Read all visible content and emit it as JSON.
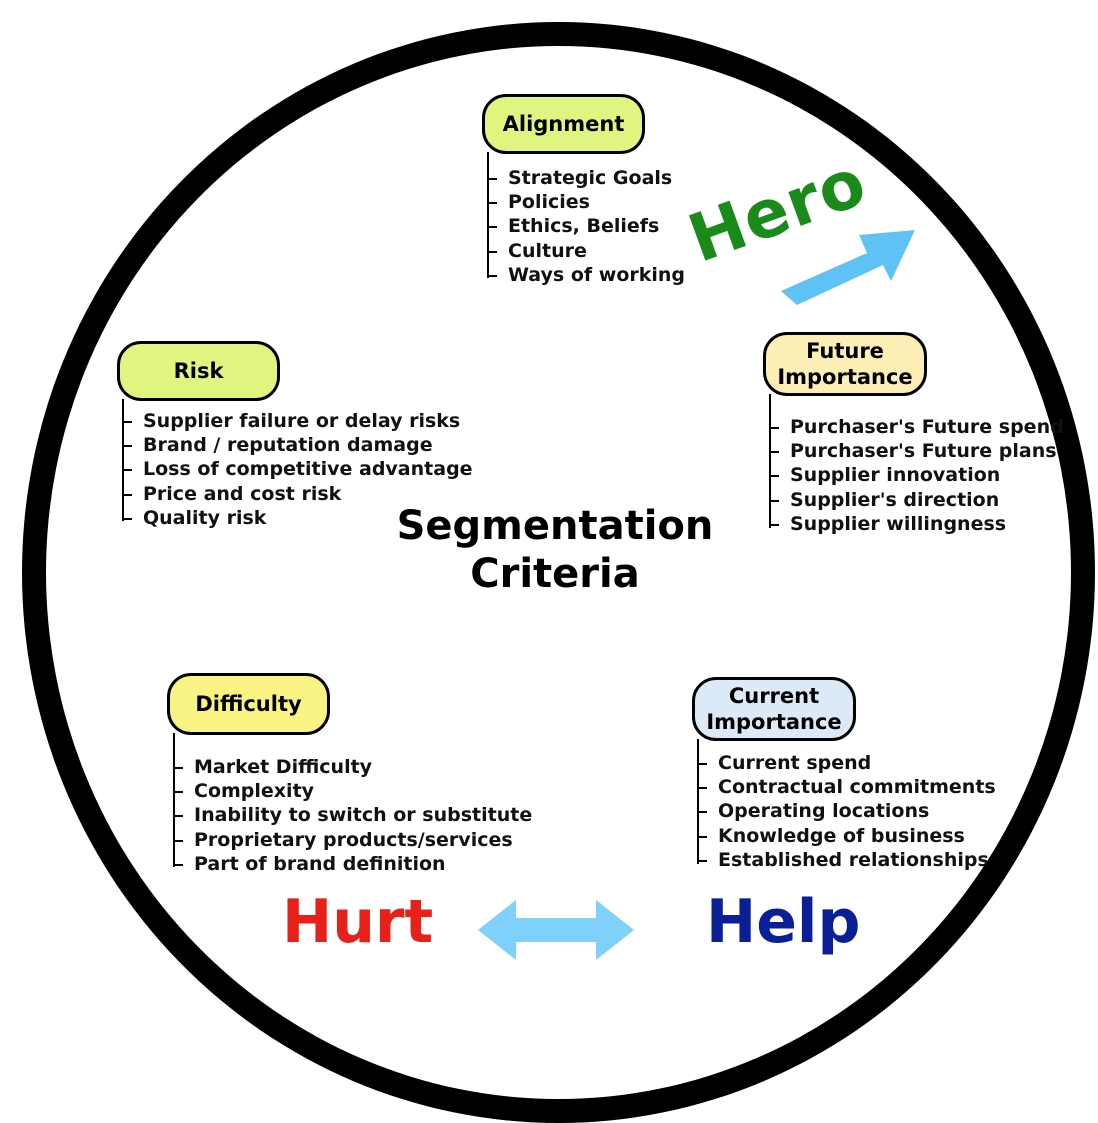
{
  "center": {
    "line1": "Segmentation",
    "line2": "Criteria"
  },
  "groups": {
    "alignment": {
      "title": [
        "Alignment"
      ],
      "color": "#dff57f",
      "items": [
        "Strategic Goals",
        "Policies",
        "Ethics, Beliefs",
        "Culture",
        "Ways of working"
      ]
    },
    "risk": {
      "title": [
        "Risk"
      ],
      "color": "#dff57f",
      "items": [
        "Supplier failure or delay risks",
        "Brand / reputation damage",
        "Loss of competitive advantage",
        "Price and cost risk",
        "Quality risk"
      ]
    },
    "future_importance": {
      "title": [
        "Future",
        "Importance"
      ],
      "color": "#fdeeb5",
      "items": [
        "Purchaser's Future spend",
        "Purchaser's Future plans",
        "Supplier innovation",
        "Supplier's direction",
        "Supplier willingness"
      ]
    },
    "difficulty": {
      "title": [
        "Difficulty"
      ],
      "color": "#f9f384",
      "items": [
        "Market Difficulty",
        "Complexity",
        "Inability to switch or substitute",
        "Proprietary products/services",
        "Part of brand definition"
      ]
    },
    "current_importance": {
      "title": [
        "Current",
        "Importance"
      ],
      "color": "#dce9f6",
      "items": [
        "Current spend",
        "Contractual commitments",
        "Operating locations",
        "Knowledge of business",
        "Established relationships"
      ]
    }
  },
  "labels": {
    "hero": "Hero",
    "hurt": "Hurt",
    "help": "Help"
  },
  "colors": {
    "hero": "#1a8a1a",
    "hurt": "#e8201a",
    "help": "#0a1e96",
    "arrow": "#5fc2f5",
    "double_arrow": "#7fd0fa"
  }
}
